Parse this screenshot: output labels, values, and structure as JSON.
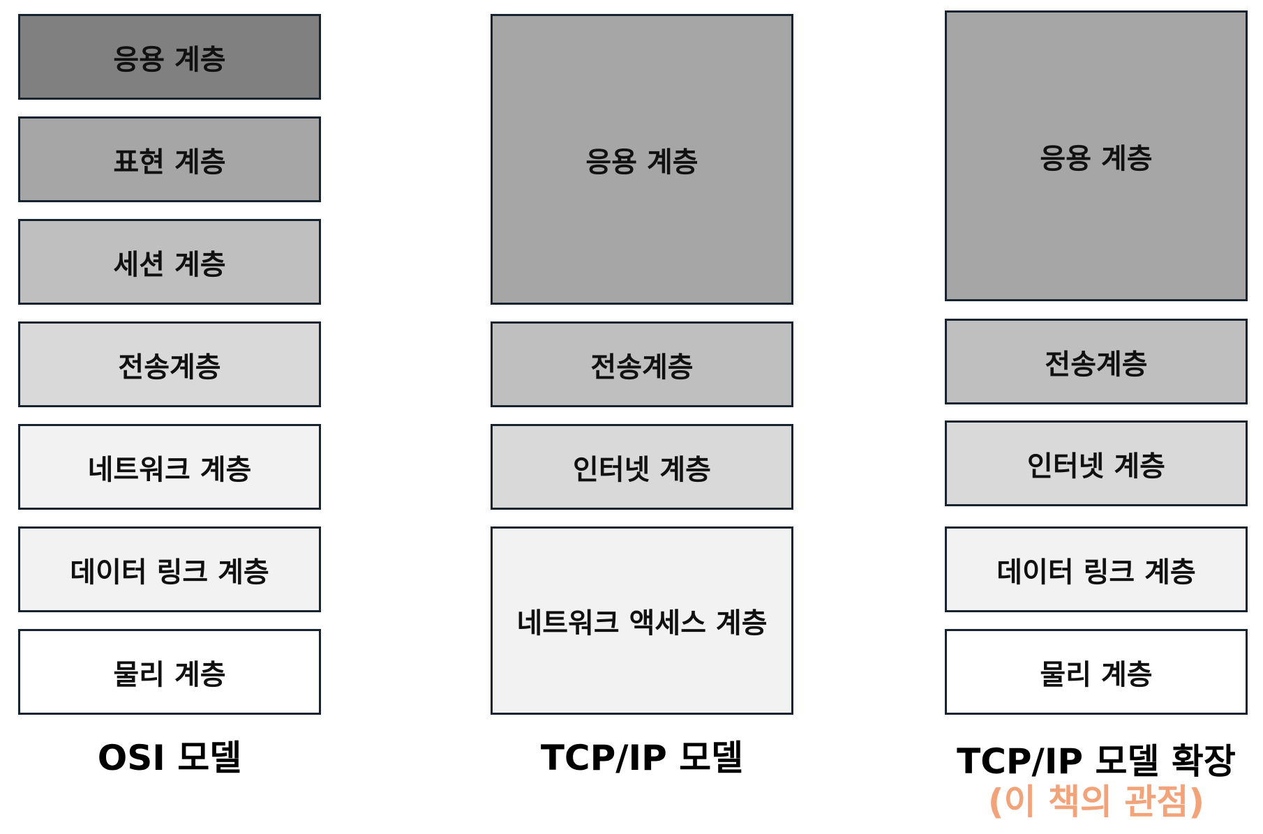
{
  "columns": [
    {
      "id": "osi",
      "caption": "OSI 모델",
      "layers": [
        {
          "label": "응용 계층",
          "color": "#808080"
        },
        {
          "label": "표현 계층",
          "color": "#a6a6a6"
        },
        {
          "label": "세션 계층",
          "color": "#bfbfbf"
        },
        {
          "label": "전송계층",
          "color": "#d9d9d9"
        },
        {
          "label": "네트워크 계층",
          "color": "#f2f2f2"
        },
        {
          "label": "데이터 링크 계층",
          "color": "#f2f2f2"
        },
        {
          "label": "물리 계층",
          "color": "#ffffff"
        }
      ]
    },
    {
      "id": "tcp",
      "caption": "TCP/IP 모델",
      "layers": [
        {
          "label": "응용 계층",
          "color": "#a6a6a6"
        },
        {
          "label": "전송계층",
          "color": "#bfbfbf"
        },
        {
          "label": "인터넷 계층",
          "color": "#d9d9d9"
        },
        {
          "label": "네트워크 액세스 계층",
          "color": "#f2f2f2"
        }
      ]
    },
    {
      "id": "ext",
      "caption": "TCP/IP 모델 확장",
      "caption_note": "(이 책의 관점)",
      "caption_note_color": "#f2a37a",
      "layers": [
        {
          "label": "응용 계층",
          "color": "#a6a6a6"
        },
        {
          "label": "전송계층",
          "color": "#bfbfbf"
        },
        {
          "label": "인터넷 계층",
          "color": "#d9d9d9"
        },
        {
          "label": "데이터 링크 계층",
          "color": "#f2f2f2"
        },
        {
          "label": "물리 계층",
          "color": "#ffffff"
        }
      ]
    }
  ]
}
